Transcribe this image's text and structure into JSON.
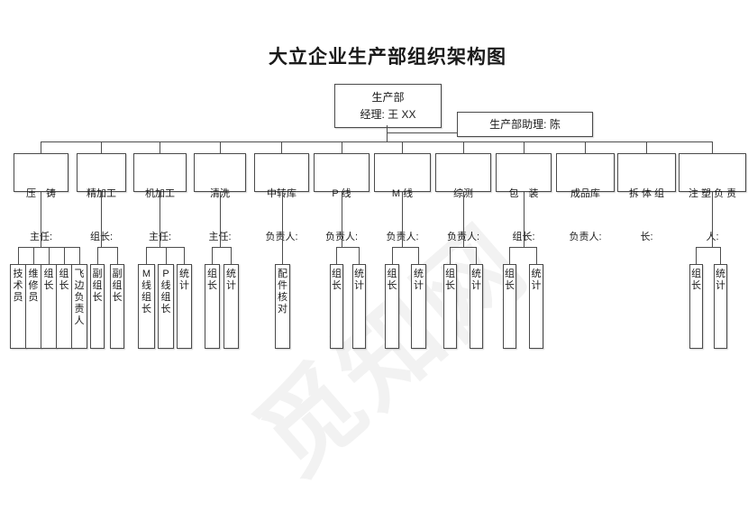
{
  "page": {
    "title": "大立企业生产部组织架构图",
    "watermark": "觅知网"
  },
  "colors": {
    "connector": "#4d4d4d",
    "box_border": "#4a4a4a",
    "watermark": "#f1f1f1"
  },
  "root_box": {
    "line1": "生产部",
    "line2": "经理: 王 XX"
  },
  "assistant_box": {
    "label": "生产部助理: 陈"
  },
  "departments": [
    {
      "lines": [
        "压　铸",
        "主任:"
      ],
      "children": [
        "技术员",
        "维修员",
        "组长",
        "组长",
        "飞边负责人"
      ]
    },
    {
      "lines": [
        "精加工",
        "组长:"
      ],
      "children": [
        "副组长",
        "副组长"
      ]
    },
    {
      "lines": [
        "机加工",
        "主任:"
      ],
      "children": [
        "M线组长",
        "P线组长",
        "统计"
      ]
    },
    {
      "lines": [
        "清洗",
        "主任:"
      ],
      "children": [
        "组长",
        "统计"
      ]
    },
    {
      "lines": [
        "中转库",
        "负责人:"
      ],
      "children": [
        "配件核对"
      ]
    },
    {
      "lines": [
        "P 线",
        "负责人:"
      ],
      "children": [
        "组长",
        "统计"
      ]
    },
    {
      "lines": [
        "M 线",
        "负责人:"
      ],
      "children": [
        "组长",
        "统计"
      ]
    },
    {
      "lines": [
        "综测",
        "负责人:"
      ],
      "children": [
        "组长",
        "统计"
      ]
    },
    {
      "lines": [
        "包　装",
        "组长:"
      ],
      "children": [
        "组长",
        "统计"
      ]
    },
    {
      "lines": [
        "成品库",
        "负责人:"
      ],
      "children": []
    },
    {
      "lines": [
        "拆 体 组",
        "长:"
      ],
      "children": []
    },
    {
      "lines": [
        "注 塑 负 责",
        "人:"
      ],
      "children": [
        "组长",
        "统计"
      ]
    }
  ]
}
